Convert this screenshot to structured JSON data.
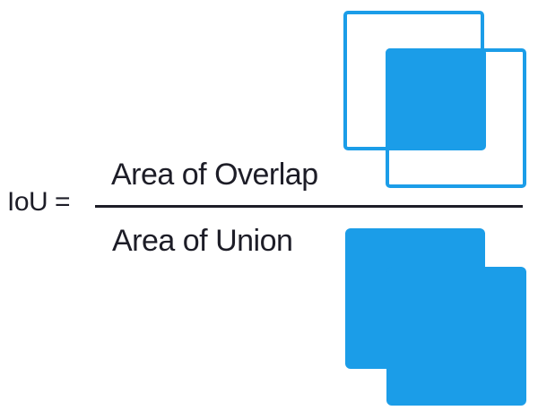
{
  "formula": {
    "lhs": "IoU =",
    "numerator": "Area of Overlap",
    "denominator": "Area of Union"
  },
  "colors": {
    "shape_blue": "#1b9de8",
    "text_dark": "#1d1d27",
    "background": "#ffffff"
  },
  "diagrams": {
    "overlap_icon": "two-outlined-overlapping-squares-with-filled-intersection",
    "union_icon": "two-solid-overlapping-squares-merged"
  }
}
